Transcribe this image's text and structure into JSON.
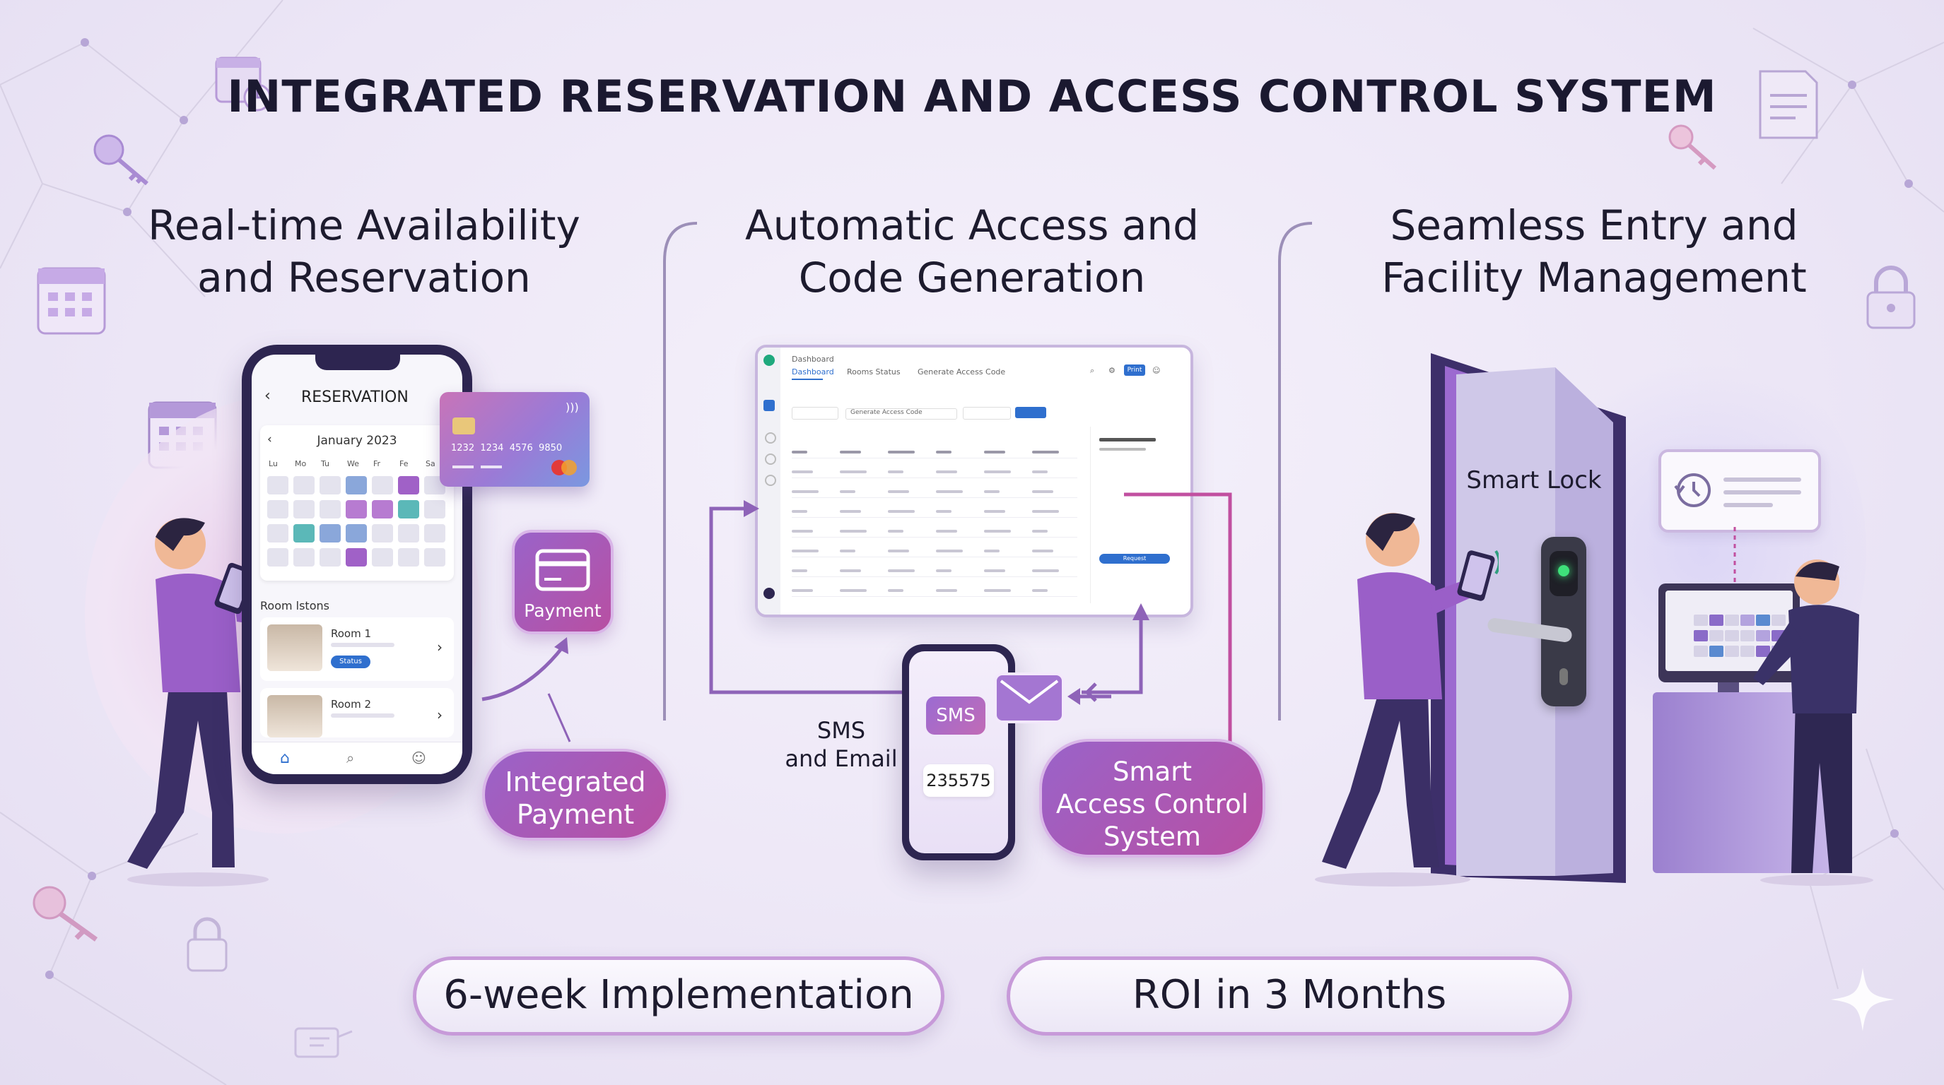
{
  "title": "INTEGRATED RESERVATION AND ACCESS CONTROL SYSTEM",
  "columns": [
    {
      "title_line1": "Real-time Availability",
      "title_line2": "and Reservation"
    },
    {
      "title_line1": "Automatic Access and",
      "title_line2": "Code Generation"
    },
    {
      "title_line1": "Seamless Entry and",
      "title_line2": "Facility Management"
    }
  ],
  "phone_app": {
    "header": "RESERVATION",
    "month": "January 2023",
    "weekdays": [
      "Lu",
      "Mo",
      "Tu",
      "We",
      "Fr",
      "Fe",
      "Sa"
    ],
    "section_label": "Room lstons",
    "rooms": [
      {
        "name": "Room 1",
        "badge": "Status"
      },
      {
        "name": "Room 2"
      }
    ]
  },
  "card": {
    "number": "1232  1234  4576  9850"
  },
  "payment_label": "Payment",
  "integrated_payment": {
    "line1": "Integrated",
    "line2": "Payment"
  },
  "dashboard": {
    "crumb": "Dashboard",
    "tabs": [
      "Dashboard",
      "Rooms Status",
      "Generate Access Code"
    ],
    "button": "Print",
    "filter": "Generate Access Code",
    "action": "Request"
  },
  "sms_email": {
    "line1": "SMS",
    "line2": "and Email"
  },
  "sms_label": "SMS",
  "code": "235575",
  "smart_access": {
    "line1": "Smart",
    "line2": "Access Control",
    "line3": "System"
  },
  "smart_lock": "Smart Lock",
  "footer": {
    "implementation": "6-week Implementation",
    "roi": "ROI in 3 Months"
  },
  "colors": {
    "accent": "#9a63c9",
    "magenta": "#b84fa2",
    "dark": "#2d2550"
  }
}
